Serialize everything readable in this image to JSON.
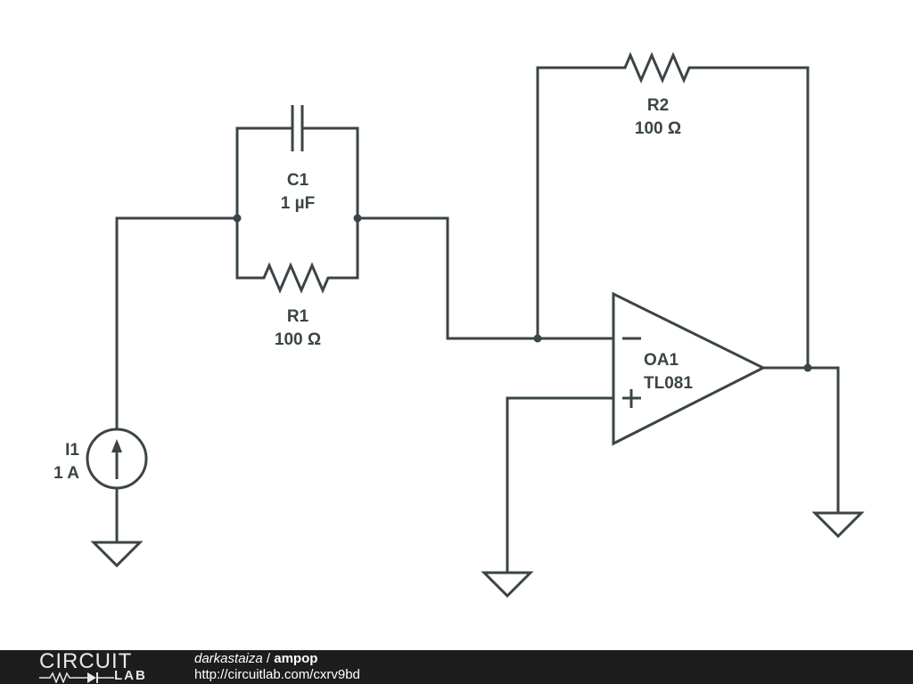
{
  "components": {
    "c1": {
      "name": "C1",
      "value": "1 µF"
    },
    "r1": {
      "name": "R1",
      "value": "100 Ω"
    },
    "r2": {
      "name": "R2",
      "value": "100 Ω"
    },
    "oa1": {
      "name": "OA1",
      "value": "TL081"
    },
    "i1": {
      "name": "I1",
      "value": "1 A"
    }
  },
  "footer": {
    "logo_top": "CIRCUIT",
    "logo_bottom": "LAB",
    "author": "darkastaiza",
    "separator": " / ",
    "project": "ampop",
    "url": "http://circuitlab.com/cxrv9bd"
  }
}
